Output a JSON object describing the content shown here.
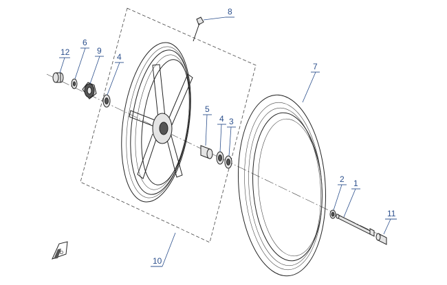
{
  "diagram": {
    "callouts": [
      {
        "id": "c12",
        "label": "12",
        "part": "spacer-left"
      },
      {
        "id": "c6",
        "label": "6",
        "part": "washer-left"
      },
      {
        "id": "c9",
        "label": "9",
        "part": "speedometer-drive"
      },
      {
        "id": "c4a",
        "label": "4",
        "part": "bearing-left"
      },
      {
        "id": "c8",
        "label": "8",
        "part": "valve"
      },
      {
        "id": "c7",
        "label": "7",
        "part": "tire"
      },
      {
        "id": "c5",
        "label": "5",
        "part": "distance-collar"
      },
      {
        "id": "c4b",
        "label": "4",
        "part": "bearing-right"
      },
      {
        "id": "c3",
        "label": "3",
        "part": "seal-right"
      },
      {
        "id": "c2",
        "label": "2",
        "part": "axle-spacer"
      },
      {
        "id": "c1",
        "label": "1",
        "part": "axle"
      },
      {
        "id": "c11",
        "label": "11",
        "part": "axle-nut"
      },
      {
        "id": "c10",
        "label": "10",
        "part": "wheel-rim"
      }
    ]
  },
  "logo": {
    "text": "D"
  }
}
